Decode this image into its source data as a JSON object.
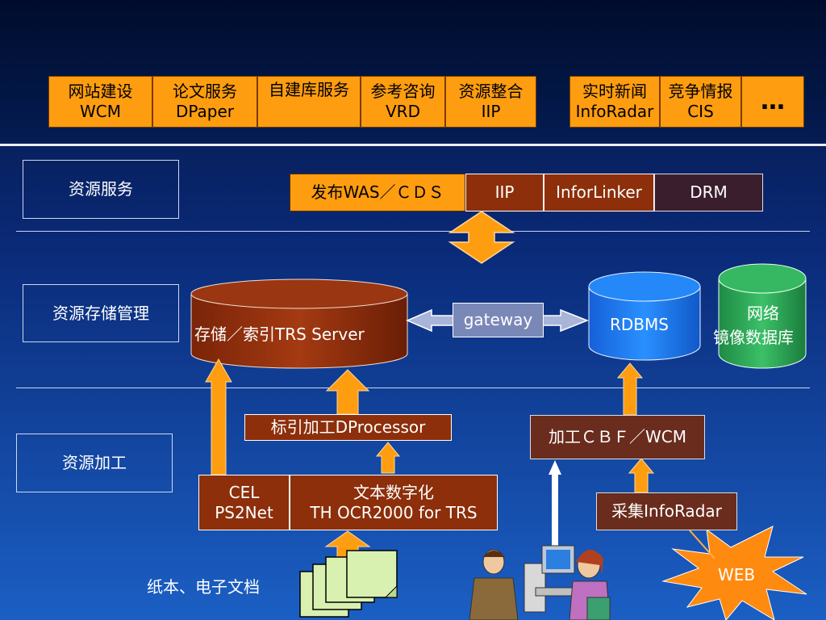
{
  "top_services": [
    {
      "line1": "网站建设",
      "line2": "WCM"
    },
    {
      "line1": "论文服务",
      "line2": "DPaper"
    },
    {
      "line1": "自建库服务",
      "line2": ""
    },
    {
      "line1": "参考咨询",
      "line2": "VRD"
    },
    {
      "line1": "资源整合",
      "line2": "IIP"
    },
    {
      "line1": "实时新闻",
      "line2": "InfoRadar"
    },
    {
      "line1": "竞争情报",
      "line2": "CIS"
    },
    {
      "line1": "…",
      "line2": ""
    }
  ],
  "layers": {
    "service": "资源服务",
    "storage": "资源存储管理",
    "processing": "资源加工"
  },
  "service_bar": {
    "publish": "发布WAS／ＣＤＳ",
    "iip": "IIP",
    "inforlinker": "InforLinker",
    "drm": "DRM"
  },
  "storage": {
    "trs": "存储／索引TRS Server",
    "gateway": "gateway",
    "rdbms": "RDBMS",
    "mirror_line1": "网络",
    "mirror_line2": "镜像数据库"
  },
  "processing": {
    "dprocessor": "标引加工DProcessor",
    "cbf": "加工ＣＢＦ／WCM",
    "cel_line1": "CEL",
    "cel_line2": "PS2Net",
    "ocr_line1": "文本数字化",
    "ocr_line2": "TH OCR2000 for TRS",
    "collect": "采集InfoRadar"
  },
  "sources": {
    "docs": "纸本、电子文档",
    "web": "WEB"
  },
  "colors": {
    "orange": "#ff9d10",
    "brown": "#8c2f0a",
    "blue_db": "#1e7ff0",
    "green_db": "#2fae5a"
  }
}
